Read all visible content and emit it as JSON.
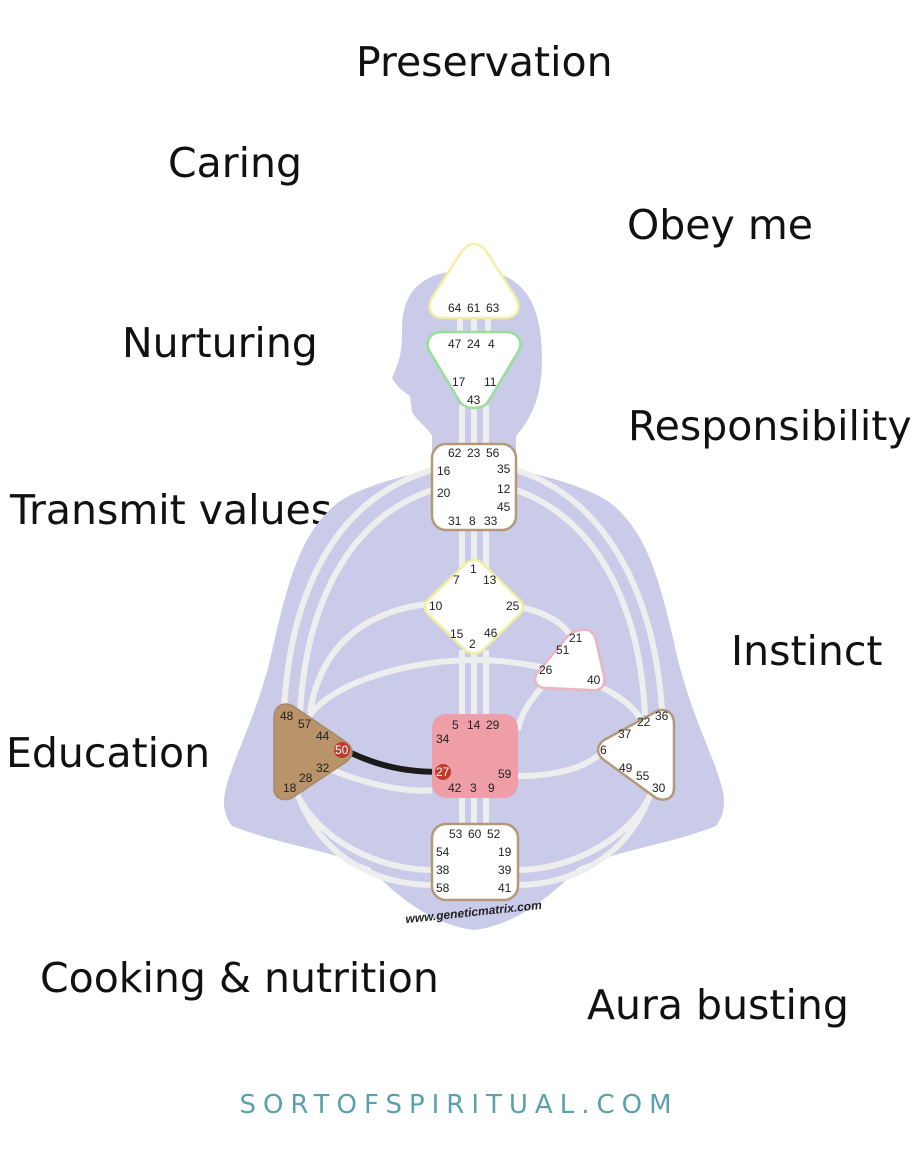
{
  "labels": {
    "preservation": "Preservation",
    "caring": "Caring",
    "obey_me": "Obey me",
    "nurturing": "Nurturing",
    "responsibility": "Responsibility",
    "transmit_values": "Transmit values",
    "instinct": "Instinct",
    "education": "Education",
    "cooking_nutrition": "Cooking & nutrition",
    "aura_busting": "Aura busting"
  },
  "bodygraph": {
    "watermark": "www.geneticmatrix.com",
    "colors": {
      "silhouette": "#c9cbe9",
      "channel": "#eeeeee",
      "head_center": "#f3f0a4",
      "ajna_center": "#98dd98",
      "g_center": "#f1ee9c",
      "ego_center": "#e9b5c0",
      "sacral_fill": "#ef9ea8",
      "spleen_fill": "#b9936a",
      "defined_channel": "#1a1a1a",
      "active_gate": "#c0392b"
    },
    "centers": {
      "head": {
        "gates": [
          "64",
          "61",
          "63"
        ]
      },
      "ajna": {
        "gates": [
          "47",
          "24",
          "4",
          "17",
          "11",
          "43"
        ]
      },
      "throat": {
        "gates": [
          "62",
          "23",
          "56",
          "16",
          "35",
          "20",
          "12",
          "45",
          "31",
          "8",
          "33"
        ]
      },
      "g": {
        "gates": [
          "1",
          "7",
          "13",
          "10",
          "25",
          "15",
          "2",
          "46"
        ]
      },
      "ego": {
        "gates": [
          "21",
          "51",
          "26",
          "40"
        ]
      },
      "spleen": {
        "gates": [
          "48",
          "57",
          "44",
          "50",
          "32",
          "28",
          "18"
        ]
      },
      "sacral": {
        "gates": [
          "5",
          "14",
          "29",
          "34",
          "27",
          "59",
          "42",
          "3",
          "9"
        ]
      },
      "solar_plexus": {
        "gates": [
          "36",
          "22",
          "37",
          "6",
          "49",
          "55",
          "30"
        ]
      },
      "root": {
        "gates": [
          "53",
          "60",
          "52",
          "54",
          "19",
          "38",
          "39",
          "58",
          "41"
        ]
      }
    },
    "defined_channel": "27-50"
  },
  "footer": "SORTOFSPIRITUAL.COM"
}
